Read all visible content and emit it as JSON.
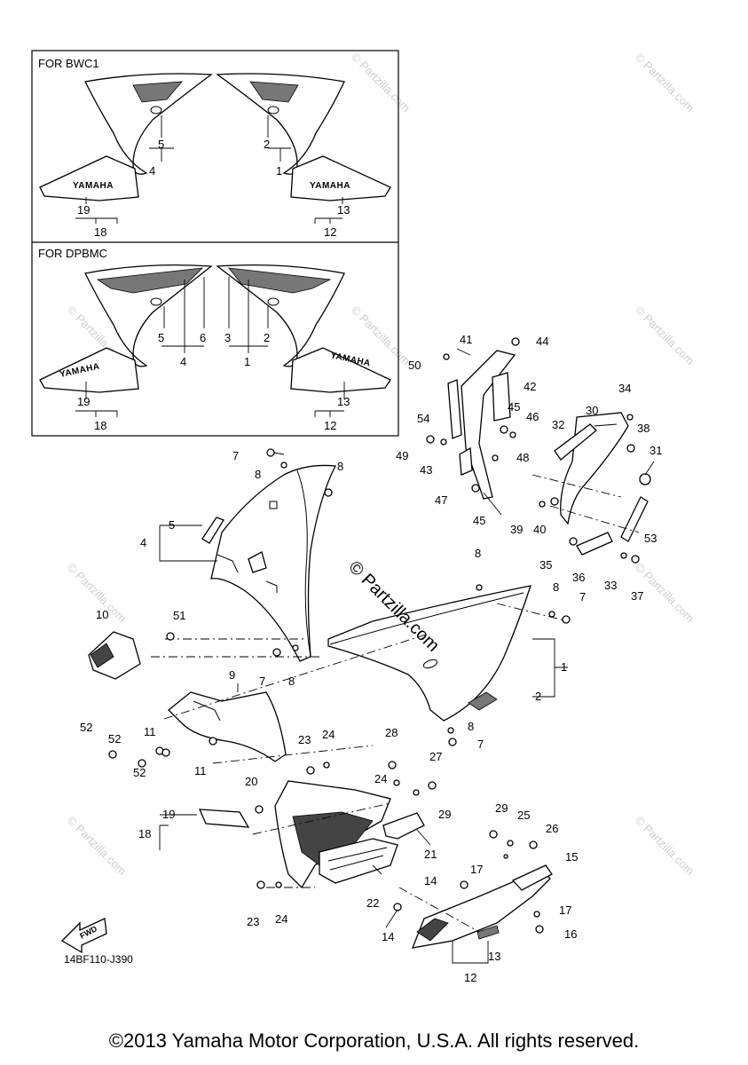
{
  "inset_headers": [
    "FOR BWC1",
    "FOR DPBMC"
  ],
  "badge_text": "YAMAHA",
  "watermark_small": "© Partzilla.com",
  "watermark_large": "© Partzilla.com",
  "fwd_label": "FWD",
  "diagram_code": "14BF110-J390",
  "copyright": "©2013 Yamaha Motor Corporation, U.S.A. All rights reserved.",
  "callouts": {
    "c1": "1",
    "c2": "2",
    "c3": "3",
    "c4": "4",
    "c5": "5",
    "c6": "6",
    "c7": "7",
    "c8": "8",
    "c9": "9",
    "c10": "10",
    "c11": "11",
    "c12": "12",
    "c13": "13",
    "c14": "14",
    "c15": "15",
    "c16": "16",
    "c17": "17",
    "c18": "18",
    "c19": "19",
    "c20": "20",
    "c21": "21",
    "c22": "22",
    "c23": "23",
    "c24": "24",
    "c25": "25",
    "c26": "26",
    "c27": "27",
    "c28": "28",
    "c29": "29",
    "c30": "30",
    "c31": "31",
    "c32": "32",
    "c33": "33",
    "c34": "34",
    "c35": "35",
    "c36": "36",
    "c37": "37",
    "c38": "38",
    "c39": "39",
    "c40": "40",
    "c41": "41",
    "c42": "42",
    "c43": "43",
    "c44": "44",
    "c45": "45",
    "c46": "46",
    "c47": "47",
    "c48": "48",
    "c49": "49",
    "c50": "50",
    "c51": "51",
    "c52": "52",
    "c53": "53",
    "c54": "54"
  },
  "colors": {
    "background": "#ffffff",
    "line": "#000000",
    "watermark": "#cfcfcf"
  }
}
